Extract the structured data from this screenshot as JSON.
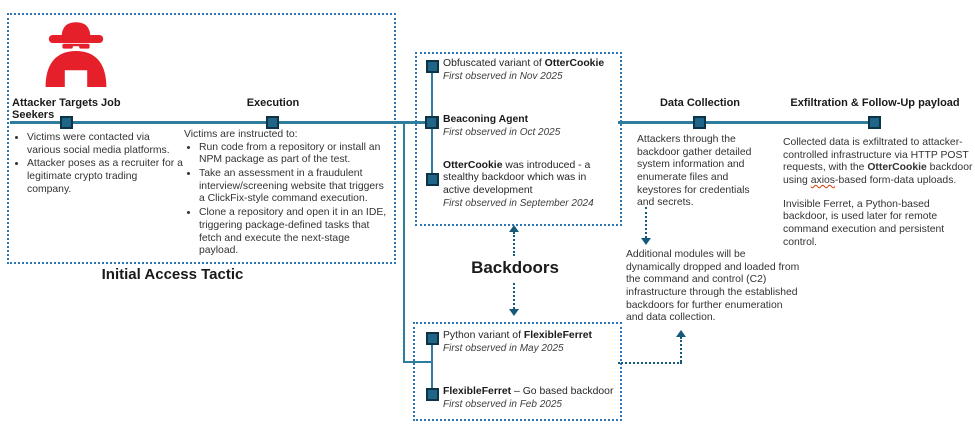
{
  "colors": {
    "timeline_teal": "#2f7d9c",
    "marker_fill": "#1f6587",
    "marker_border": "#0d3347",
    "dotted_box_blue": "#2e75b6",
    "arrow_teal": "#16597a",
    "spy_icon_red": "#e6202a",
    "spellcheck_red": "#d83b01"
  },
  "initial_access": {
    "title": "Initial Access Tactic",
    "targets_heading": "Attacker Targets Job Seekers",
    "targets_bullets": [
      "Victims were contacted via various social media platforms.",
      "Attacker poses as a recruiter for a legitimate crypto trading company."
    ],
    "execution_heading": "Execution",
    "execution_intro": "Victims are instructed to:",
    "execution_bullets": [
      "Run code from a repository or install an NPM package as part of the test.",
      "Take an assessment in a fraudulent interview/screening website that triggers a ClickFix-style command execution.",
      "Clone a repository and open it in an IDE, triggering package-defined tasks that fetch and execute the next-stage payload."
    ]
  },
  "backdoors": {
    "label": "Backdoors",
    "upper_items": [
      {
        "pre": "Obfuscated variant of ",
        "bold": "OtterCookie",
        "post": "",
        "observed": "First observed in Nov 2025"
      },
      {
        "pre": "",
        "bold": "Beaconing Agent",
        "post": "",
        "observed": "First observed in Oct 2025"
      },
      {
        "pre": "",
        "bold": "OtterCookie",
        "post": " was introduced - a stealthy backdoor which was in active development",
        "observed": "First observed in September 2024"
      }
    ],
    "lower_items": [
      {
        "pre": "Python variant of ",
        "bold": "FlexibleFerret",
        "post": "",
        "observed": "First observed in May 2025"
      },
      {
        "pre": "",
        "bold": "FlexibleFerret",
        "post": " – Go based backdoor",
        "observed": "First observed in Feb 2025"
      }
    ]
  },
  "data_collection": {
    "heading": "Data Collection",
    "body": "Attackers through the backdoor gather detailed system information and enumerate files and keystores for credentials and secrets.",
    "additional": "Additional modules will be dynamically dropped and loaded from the command and control (C2) infrastructure through the established backdoors for further enumeration and data collection."
  },
  "exfiltration": {
    "heading": "Exfiltration & Follow-Up payload",
    "p1_pre": "Collected data is exfiltrated to attacker-controlled infrastructure via HTTP POST requests, with the ",
    "p1_bold": "OtterCookie",
    "p1_mid": " backdoor using ",
    "p1_axios": "axios",
    "p1_post": "-based form-data uploads.",
    "p2": "Invisible Ferret, a Python-based backdoor, is used later for remote command execution and persistent control."
  }
}
